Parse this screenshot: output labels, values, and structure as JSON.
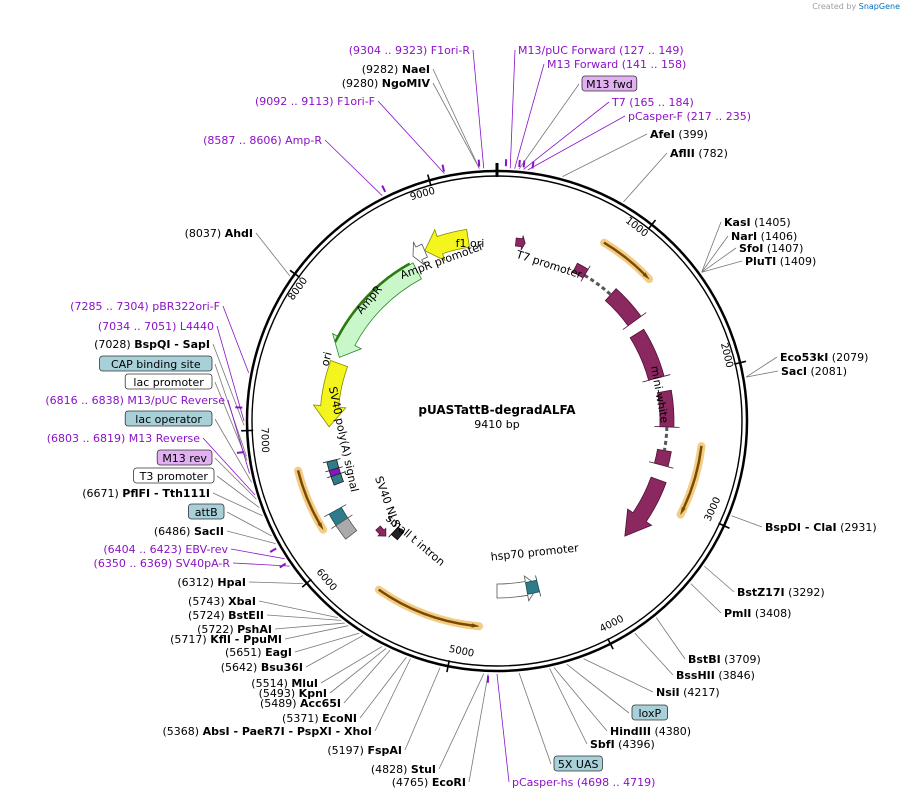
{
  "credit": {
    "prefix": "Created by",
    "brand": "SnapGene"
  },
  "plasmid": {
    "name": "pUASTattB-degradALFA",
    "length": "9410 bp"
  },
  "ticks": [
    "1000",
    "2000",
    "3000",
    "4000",
    "5000",
    "6000",
    "7000",
    "8000",
    "9000"
  ],
  "colors": {
    "feature": "#8b2860",
    "ori": "#f5f51e",
    "amp": "#c9f7c9",
    "primer": "#8a12c7",
    "highlight": "#f3cc86"
  },
  "features": [
    {
      "label": "f1 ori"
    },
    {
      "label": "AmpR promoter"
    },
    {
      "label": "AmpR"
    },
    {
      "label": "ori"
    },
    {
      "label": "SV40 poly(A) signal"
    },
    {
      "label": "SV40 NLS"
    },
    {
      "label": "small t intron"
    },
    {
      "label": "hsp70 promoter"
    },
    {
      "label": "mini-white"
    },
    {
      "label": "T7 promoter"
    }
  ],
  "left_labels": [
    {
      "pos": "(9304 .. 9323)",
      "name": "F1ori-R",
      "kind": "primer"
    },
    {
      "pos": "(9282)",
      "name": "NaeI",
      "kind": "site"
    },
    {
      "pos": "(9280)",
      "name": "NgoMIV",
      "kind": "site"
    },
    {
      "pos": "(9092 .. 9113)",
      "name": "F1ori-F",
      "kind": "primer"
    },
    {
      "pos": "(8587 .. 8606)",
      "name": "Amp-R",
      "kind": "primer"
    },
    {
      "pos": "(8037)",
      "name": "AhdI",
      "kind": "site"
    },
    {
      "pos": "(7285 .. 7304)",
      "name": "pBR322ori-F",
      "kind": "primer"
    },
    {
      "pos": "(7034 .. 7051)",
      "name": "L4440",
      "kind": "primer"
    },
    {
      "pos": "(7028)",
      "name": "BspQI - SapI",
      "kind": "site"
    },
    {
      "pos": "",
      "name": "CAP binding site",
      "kind": "box-teal"
    },
    {
      "pos": "",
      "name": "lac promoter",
      "kind": "box-white"
    },
    {
      "pos": "(6816 .. 6838)",
      "name": "M13/pUC Reverse",
      "kind": "primer"
    },
    {
      "pos": "",
      "name": "lac operator",
      "kind": "box-teal"
    },
    {
      "pos": "(6803 .. 6819)",
      "name": "M13 Reverse",
      "kind": "primer"
    },
    {
      "pos": "",
      "name": "M13 rev",
      "kind": "box-purple"
    },
    {
      "pos": "",
      "name": "T3 promoter",
      "kind": "box-white"
    },
    {
      "pos": "(6671)",
      "name": "PflFI - Tth111I",
      "kind": "site"
    },
    {
      "pos": "",
      "name": "attB",
      "kind": "box-teal"
    },
    {
      "pos": "(6486)",
      "name": "SacII",
      "kind": "site"
    },
    {
      "pos": "(6404 .. 6423)",
      "name": "EBV-rev",
      "kind": "primer"
    },
    {
      "pos": "(6350 .. 6369)",
      "name": "SV40pA-R",
      "kind": "primer"
    },
    {
      "pos": "(6312)",
      "name": "HpaI",
      "kind": "site"
    },
    {
      "pos": "(5743)",
      "name": "XbaI",
      "kind": "site"
    },
    {
      "pos": "(5724)",
      "name": "BstEII",
      "kind": "site"
    },
    {
      "pos": "(5722)",
      "name": "PshAI",
      "kind": "site"
    },
    {
      "pos": "(5717)",
      "name": "KflI - PpuMI",
      "kind": "site"
    },
    {
      "pos": "(5651)",
      "name": "EagI",
      "kind": "site"
    },
    {
      "pos": "(5642)",
      "name": "Bsu36I",
      "kind": "site"
    },
    {
      "pos": "(5514)",
      "name": "MluI",
      "kind": "site"
    },
    {
      "pos": "(5493)",
      "name": "KpnI",
      "kind": "site"
    },
    {
      "pos": "(5489)",
      "name": "Acc65I",
      "kind": "site"
    },
    {
      "pos": "(5371)",
      "name": "EcoNI",
      "kind": "site"
    },
    {
      "pos": "(5368)",
      "name": "AbsI - PaeR7I - PspXI - XhoI",
      "kind": "site"
    },
    {
      "pos": "(5197)",
      "name": "FspAI",
      "kind": "site"
    },
    {
      "pos": "(4828)",
      "name": "StuI",
      "kind": "site"
    },
    {
      "pos": "(4765)",
      "name": "EcoRI",
      "kind": "site"
    }
  ],
  "right_labels": [
    {
      "name": "M13/pUC Forward",
      "pos": "(127 .. 149)",
      "kind": "primer"
    },
    {
      "name": "M13 Forward",
      "pos": "(141 .. 158)",
      "kind": "primer"
    },
    {
      "name": "M13 fwd",
      "pos": "",
      "kind": "box-purple"
    },
    {
      "name": "T7",
      "pos": "(165 .. 184)",
      "kind": "primer"
    },
    {
      "name": "pCasper-F",
      "pos": "(217 .. 235)",
      "kind": "primer"
    },
    {
      "name": "AfeI",
      "pos": "(399)",
      "kind": "site"
    },
    {
      "name": "AflII",
      "pos": "(782)",
      "kind": "site"
    },
    {
      "name": "KasI",
      "pos": "(1405)",
      "kind": "site"
    },
    {
      "name": "NarI",
      "pos": "(1406)",
      "kind": "site"
    },
    {
      "name": "SfoI",
      "pos": "(1407)",
      "kind": "site"
    },
    {
      "name": "PluTI",
      "pos": "(1409)",
      "kind": "site"
    },
    {
      "name": "Eco53kI",
      "pos": "(2079)",
      "kind": "site"
    },
    {
      "name": "SacI",
      "pos": "(2081)",
      "kind": "site"
    },
    {
      "name": "BspDI - ClaI",
      "pos": "(2931)",
      "kind": "site"
    },
    {
      "name": "BstZ17I",
      "pos": "(3292)",
      "kind": "site"
    },
    {
      "name": "PmlI",
      "pos": "(3408)",
      "kind": "site"
    },
    {
      "name": "BstBI",
      "pos": "(3709)",
      "kind": "site"
    },
    {
      "name": "BssHII",
      "pos": "(3846)",
      "kind": "site"
    },
    {
      "name": "NsiI",
      "pos": "(4217)",
      "kind": "site"
    },
    {
      "name": "loxP",
      "pos": "",
      "kind": "box-teal"
    },
    {
      "name": "HindIII",
      "pos": "(4380)",
      "kind": "site"
    },
    {
      "name": "SbfI",
      "pos": "(4396)",
      "kind": "site"
    },
    {
      "name": "5X UAS",
      "pos": "",
      "kind": "box-teal"
    },
    {
      "name": "pCasper-hs",
      "pos": "(4698 .. 4719)",
      "kind": "primer"
    }
  ]
}
